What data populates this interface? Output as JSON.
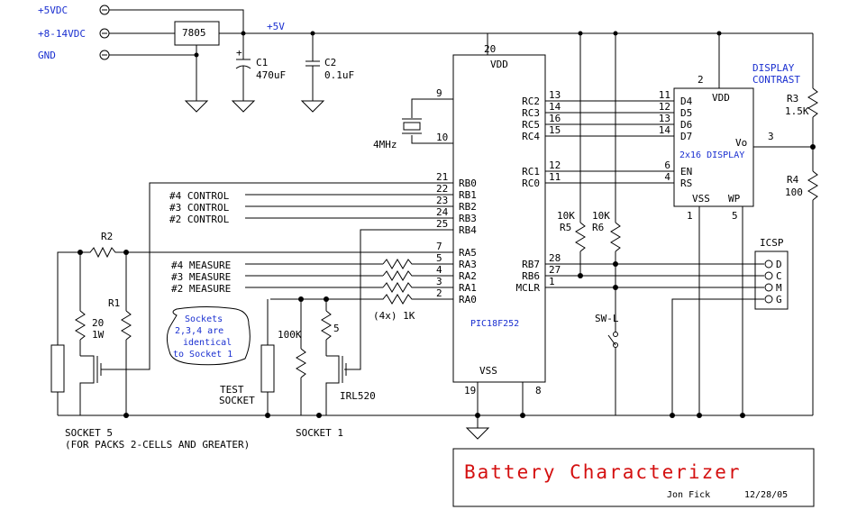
{
  "power": {
    "p5v_label": "+5VDC",
    "p8v_label": "+8-14VDC",
    "gnd_label": "GND",
    "regulator": "7805",
    "rail_label": "+5V",
    "c1_name": "C1",
    "c1_value": "470uF",
    "c2_name": "C2",
    "c2_value": "0.1uF",
    "plus_sign": "+"
  },
  "mcu": {
    "part": "PIC18F252",
    "vdd": "VDD",
    "vss": "VSS",
    "pin_vdd": "20",
    "pin_vss1": "19",
    "pin_vss2": "8",
    "left_pins": [
      {
        "num": "9",
        "name": ""
      },
      {
        "num": "10",
        "name": ""
      },
      {
        "num": "21",
        "name": "RB0"
      },
      {
        "num": "22",
        "name": "RB1"
      },
      {
        "num": "23",
        "name": "RB2"
      },
      {
        "num": "24",
        "name": "RB3"
      },
      {
        "num": "25",
        "name": "RB4"
      },
      {
        "num": "7",
        "name": "RA5"
      },
      {
        "num": "5",
        "name": "RA3"
      },
      {
        "num": "4",
        "name": "RA2"
      },
      {
        "num": "3",
        "name": "RA1"
      },
      {
        "num": "2",
        "name": "RA0"
      }
    ],
    "right_pins": [
      {
        "num": "13",
        "name": "RC2"
      },
      {
        "num": "14",
        "name": "RC3"
      },
      {
        "num": "16",
        "name": "RC5"
      },
      {
        "num": "15",
        "name": "RC4"
      },
      {
        "num": "12",
        "name": "RC1"
      },
      {
        "num": "11",
        "name": "RC0"
      },
      {
        "num": "28",
        "name": "RB7"
      },
      {
        "num": "27",
        "name": "RB6"
      },
      {
        "num": "1",
        "name": "MCLR"
      }
    ]
  },
  "crystal": {
    "label": "4MHz"
  },
  "signals": {
    "control4": "#4 CONTROL",
    "control3": "#3 CONTROL",
    "control2": "#2 CONTROL",
    "measure4": "#4 MEASURE",
    "measure3": "#3 MEASURE",
    "measure2": "#2 MEASURE",
    "res_network": "(4x) 1K"
  },
  "display": {
    "name": "2x16 DISPLAY",
    "vdd": "VDD",
    "vss": "VSS",
    "wp": "WP",
    "vo": "Vo",
    "pin_vdd": "2",
    "pin_vss": "1",
    "pin_wp": "5",
    "pin_vo": "3",
    "contrast_label_1": "DISPLAY",
    "contrast_label_2": "CONTRAST",
    "pins": [
      {
        "num": "11",
        "name": "D4"
      },
      {
        "num": "12",
        "name": "D5"
      },
      {
        "num": "13",
        "name": "D6"
      },
      {
        "num": "14",
        "name": "D7"
      },
      {
        "num": "6",
        "name": "EN"
      },
      {
        "num": "4",
        "name": "RS"
      }
    ]
  },
  "resistors": {
    "r3_name": "R3",
    "r3_value": "1.5K",
    "r4_name": "R4",
    "r4_value": "100",
    "r5_name": "R5",
    "r5_value": "10K",
    "r6_name": "R6",
    "r6_value": "10K",
    "r1_name": "R1",
    "r2_name": "R2",
    "r20_value": "20",
    "r20_power": "1W",
    "r100k": "100K",
    "r5ohm": "5"
  },
  "icsp": {
    "label": "ICSP",
    "pins": [
      "D",
      "C",
      "M",
      "G"
    ]
  },
  "switch": {
    "label": "SW-L"
  },
  "sockets": {
    "test_1": "TEST",
    "test_2": "SOCKET",
    "socket1": "SOCKET 1",
    "socket5": "SOCKET 5",
    "socket5_note": "(FOR PACKS 2-CELLS AND GREATER)",
    "mosfet": "IRL520",
    "note": [
      "Sockets",
      "2,3,4 are",
      "identical",
      "to Socket 1"
    ]
  },
  "title_block": {
    "title": "Battery Characterizer",
    "author": "Jon Fick",
    "date": "12/28/05"
  }
}
